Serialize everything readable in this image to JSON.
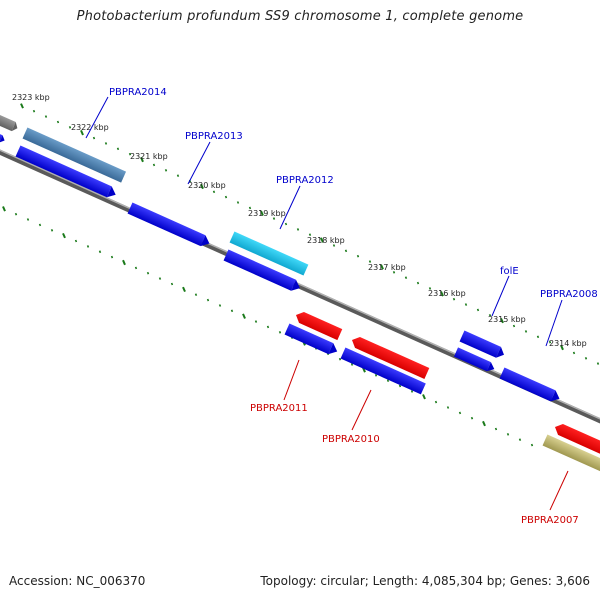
{
  "title": "Photobacterium profundum SS9 chromosome 1, complete genome",
  "footer": {
    "accession": "Accession: NC_006370",
    "summary": "Topology: circular; Length: 4,085,304 bp; Genes: 3,606"
  },
  "colors": {
    "backbone": "#888888",
    "ticks": "#1a7a1a",
    "forward_label": "#0000cc",
    "reverse_label": "#cc0000"
  },
  "scale_labels": [
    "2323 kbp",
    "2322 kbp",
    "2321 kbp",
    "2320 kbp",
    "2319 kbp",
    "2318 kbp",
    "2317 kbp",
    "2316 kbp",
    "2315 kbp",
    "2314 kbp"
  ],
  "gene_labels": {
    "PBPRA2014": "PBPRA2014",
    "PBPRA2013": "PBPRA2013",
    "PBPRA2012": "PBPRA2012",
    "folE": "folE",
    "PBPRA2008": "PBPRA2008",
    "PBPRA2011": "PBPRA2011",
    "PBPRA2010": "PBPRA2010",
    "PBPRA2007": "PBPRA2007"
  }
}
